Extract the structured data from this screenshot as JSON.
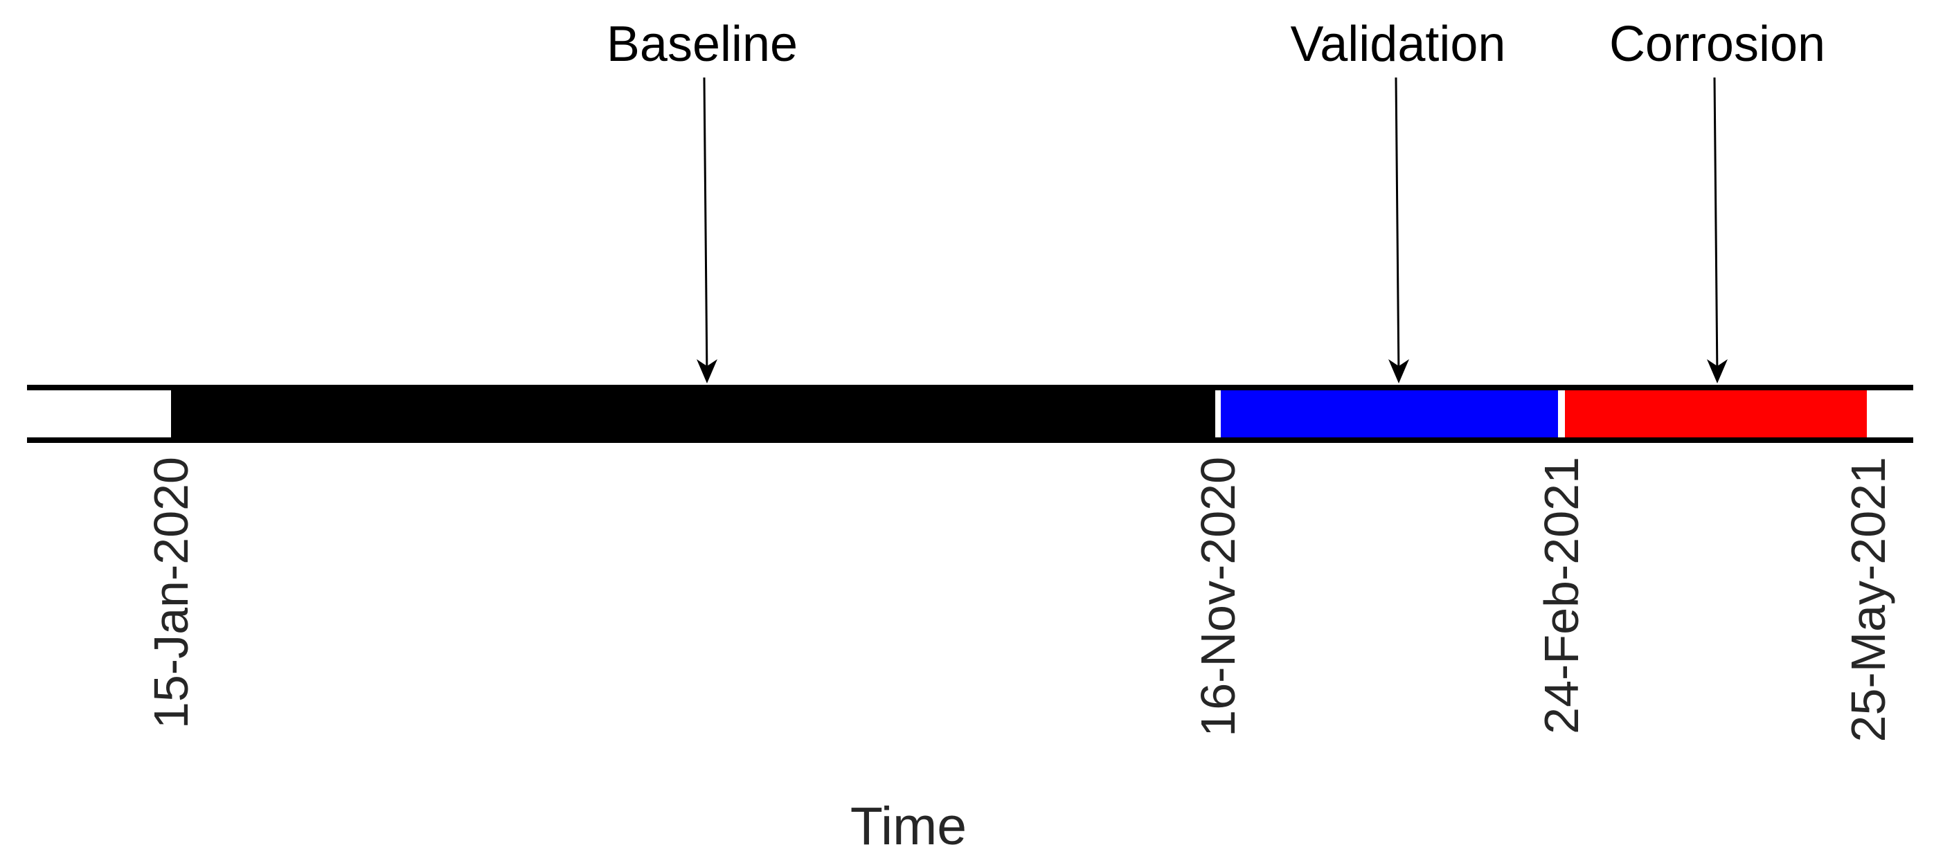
{
  "chart_data": {
    "type": "bar",
    "subtype": "horizontal-timeline",
    "title": "",
    "xlabel": "Time",
    "ylabel": "",
    "grid": false,
    "legend_position": "none",
    "x_tick_labels": [
      "15-Jan-2020",
      "16-Nov-2020",
      "24-Feb-2021",
      "25-May-2021"
    ],
    "x_tick_rotation_deg": 90,
    "segments": [
      {
        "label": "Baseline",
        "start": "15-Jan-2020",
        "end": "16-Nov-2020",
        "color": "#000000"
      },
      {
        "label": "Validation",
        "start": "16-Nov-2020",
        "end": "24-Feb-2021",
        "color": "#0000ff"
      },
      {
        "label": "Corrosion",
        "start": "24-Feb-2021",
        "end": "25-May-2021",
        "color": "#ff0000"
      }
    ],
    "annotations": [
      {
        "text": "Baseline",
        "arrow": "down"
      },
      {
        "text": "Validation",
        "arrow": "down"
      },
      {
        "text": "Corrosion",
        "arrow": "down"
      }
    ],
    "colors": {
      "axis_line": "#000000",
      "tick_text": "#262626",
      "annotation_text": "#000000"
    }
  }
}
